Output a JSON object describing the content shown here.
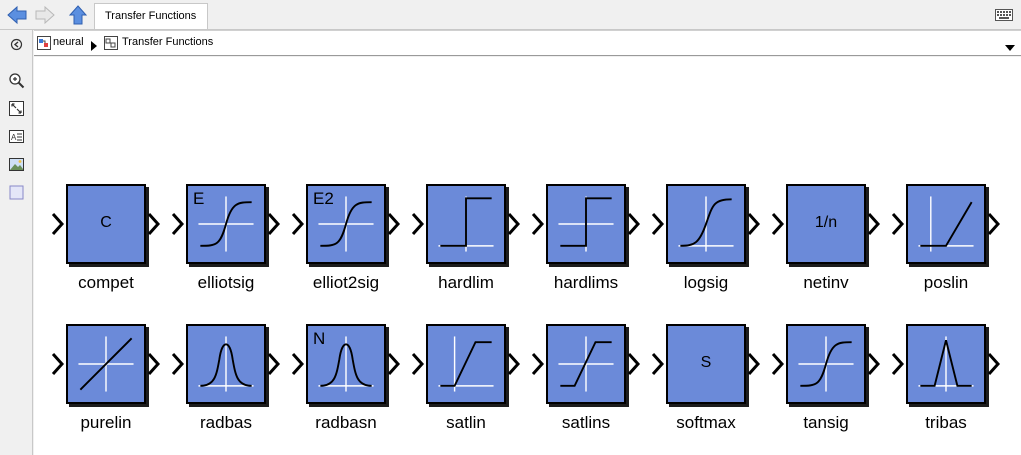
{
  "toolbar": {
    "tab_title": "Transfer Functions"
  },
  "address": {
    "root": "neural",
    "current": "Transfer Functions"
  },
  "icons": {
    "back": "back-arrow-icon",
    "forward": "forward-arrow-icon",
    "up": "up-arrow-icon",
    "keyboard": "keyboard-icon",
    "hide": "hide-browser-icon",
    "zoom": "zoom-icon",
    "fit": "fit-view-icon",
    "annotation": "annotation-icon",
    "image": "image-icon",
    "area": "area-icon"
  },
  "colors": {
    "block_fill": "#6b8ad9",
    "accent_blue": "#3a78d8"
  },
  "blocks": [
    {
      "name": "compet",
      "symbol": "C",
      "corner": "",
      "plot": "none"
    },
    {
      "name": "elliotsig",
      "symbol": "",
      "corner": "E",
      "plot": "sigmoid"
    },
    {
      "name": "elliot2sig",
      "symbol": "",
      "corner": "E2",
      "plot": "sigmoid"
    },
    {
      "name": "hardlim",
      "symbol": "",
      "corner": "",
      "plot": "hardlim"
    },
    {
      "name": "hardlims",
      "symbol": "",
      "corner": "",
      "plot": "hardlims"
    },
    {
      "name": "logsig",
      "symbol": "",
      "corner": "",
      "plot": "logsig"
    },
    {
      "name": "netinv",
      "symbol": "1/n",
      "corner": "",
      "plot": "none"
    },
    {
      "name": "poslin",
      "symbol": "",
      "corner": "",
      "plot": "poslin"
    },
    {
      "name": "purelin",
      "symbol": "",
      "corner": "",
      "plot": "purelin"
    },
    {
      "name": "radbas",
      "symbol": "",
      "corner": "",
      "plot": "radbas"
    },
    {
      "name": "radbasn",
      "symbol": "",
      "corner": "N",
      "plot": "radbas"
    },
    {
      "name": "satlin",
      "symbol": "",
      "corner": "",
      "plot": "satlin"
    },
    {
      "name": "satlins",
      "symbol": "",
      "corner": "",
      "plot": "satlins"
    },
    {
      "name": "softmax",
      "symbol": "S",
      "corner": "",
      "plot": "none"
    },
    {
      "name": "tansig",
      "symbol": "",
      "corner": "",
      "plot": "sigmoid"
    },
    {
      "name": "tribas",
      "symbol": "",
      "corner": "",
      "plot": "tribas"
    }
  ]
}
